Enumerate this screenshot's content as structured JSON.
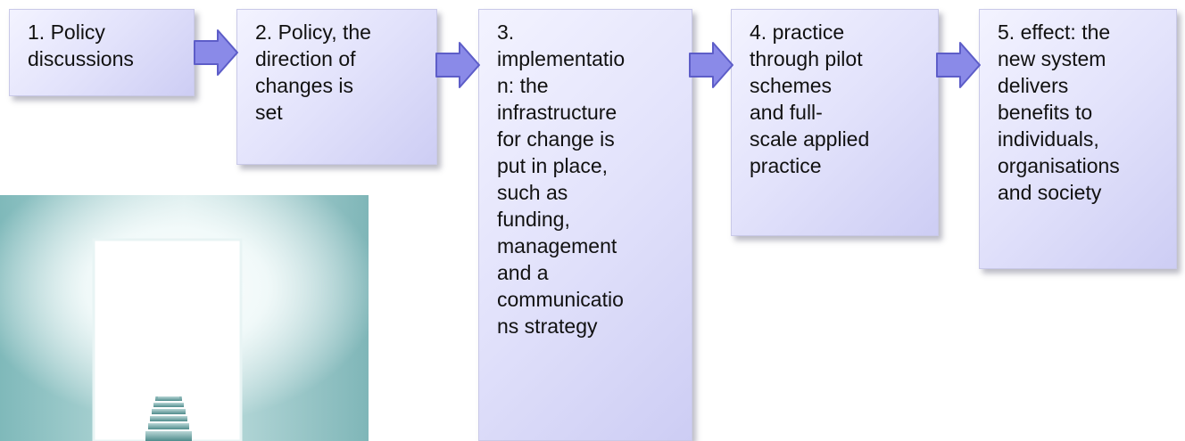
{
  "steps": [
    {
      "id": 1,
      "text": "1. Policy\ndiscussions"
    },
    {
      "id": 2,
      "text": "2. Policy, the\ndirection  of\nchanges is\nset"
    },
    {
      "id": 3,
      "text": "3.\nimplementatio\nn: the\ninfrastructure\nfor change is\nput in place,\nsuch as\nfunding,\nmanagement\nand a\ncommunicatio\nns strategy"
    },
    {
      "id": 4,
      "text": "4. practice\nthrough pilot\nschemes\nand full-\nscale applied\npractice"
    },
    {
      "id": 5,
      "text": "5. effect: the\nnew system\ndelivers\nbenefits to\nindividuals,\norganisations\nand society"
    }
  ],
  "colors": {
    "box_fill_light": "#f3f3ff",
    "box_fill_dark": "#cdcdf4",
    "arrow_fill": "#8a8ae8",
    "arrow_stroke": "#5d5dc8",
    "photo_wall": "#8fc4c4",
    "photo_light": "#ffffff"
  },
  "icons": {
    "arrow": "right-arrow-icon",
    "photo": "doorway-with-stairs-image"
  }
}
